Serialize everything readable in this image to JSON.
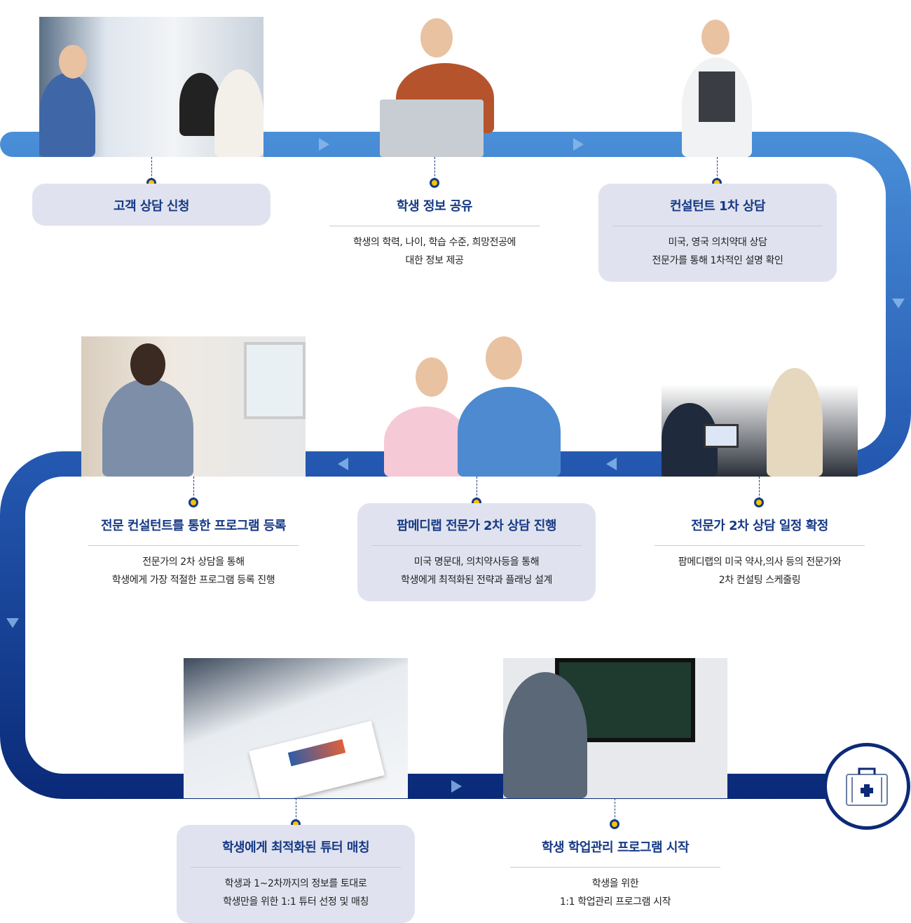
{
  "colors": {
    "track_top": "#4a8fd8",
    "track_bottom": "#0a2a78",
    "title": "#163985",
    "card_bg": "#e0e3ef",
    "dot": "#f5c400"
  },
  "steps": [
    {
      "title": "고객 상담 신청",
      "lines": []
    },
    {
      "title": "학생 정보 공유",
      "lines": [
        "학생의 학력, 나이, 학습 수준, 희망전공에",
        "대한 정보 제공"
      ]
    },
    {
      "title": "컨설턴트 1차 상담",
      "lines": [
        "미국, 영국 의치약대 상담",
        "전문가를 통해 1차적인 설명 확인"
      ]
    },
    {
      "title": "전문가 2차 상담 일정 확정",
      "lines": [
        "팜메디랩의 미국 약사,의사 등의 전문가와",
        "2차 컨설팅 스케줄링"
      ]
    },
    {
      "title": "팜메디랩 전문가 2차 상담 진행",
      "lines": [
        "미국 명문대, 의치약사등을 통해",
        "학생에게 최적화된 전략과 플래닝 설계"
      ]
    },
    {
      "title": "전문 컨설턴트를 통한 프로그램 등록",
      "lines": [
        "전문가의 2차 상담을 통해",
        "학생에게 가장 적절한 프로그램 등록 진행"
      ]
    },
    {
      "title": "학생에게 최적화된 튜터 매칭",
      "lines": [
        "학생과 1~2차까지의 정보를 토대로",
        "학생만을 위한 1:1 튜터 선정 및 매칭"
      ]
    },
    {
      "title": "학생 학업관리 프로그램 시작",
      "lines": [
        "학생을 위한",
        "1:1 학업관리 프로그램 시작"
      ]
    }
  ],
  "end_icon": "medical-kit-icon"
}
